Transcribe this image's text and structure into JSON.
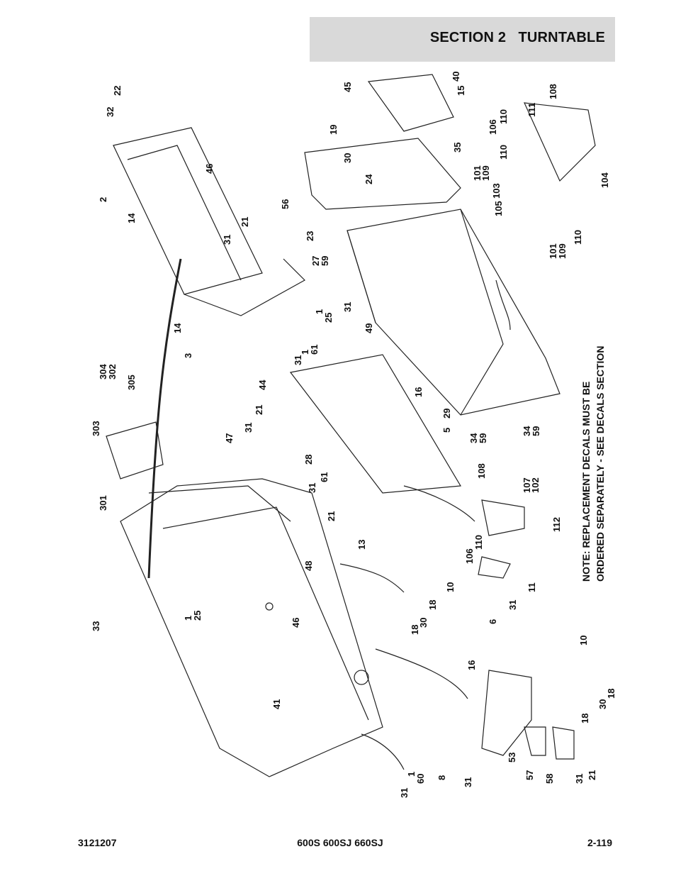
{
  "header": {
    "section_title": "SECTION 2   TURNTABLE"
  },
  "footer": {
    "part_number": "3121207",
    "models": "600S 600SJ 660SJ",
    "page": "2-119"
  },
  "note": {
    "line1": "NOTE:  REPLACEMENT DECALS MUST BE",
    "line2": "ORDERED SEPARATELY - SEE DECALS SECTION"
  },
  "callouts": [
    "22",
    "32",
    "2",
    "14",
    "46",
    "21",
    "31",
    "14",
    "3",
    "31",
    "1",
    "61",
    "45",
    "40",
    "15",
    "19",
    "30",
    "24",
    "35",
    "56",
    "23",
    "27",
    "59",
    "1",
    "25",
    "31",
    "49",
    "111",
    "108",
    "106",
    "110",
    "110",
    "101",
    "109",
    "103",
    "105",
    "104",
    "101",
    "109",
    "110",
    "304",
    "302",
    "305",
    "303",
    "301",
    "44",
    "47",
    "31",
    "21",
    "16",
    "29",
    "5",
    "34",
    "59",
    "28",
    "31",
    "61",
    "21",
    "13",
    "48",
    "108",
    "107",
    "102",
    "112",
    "106",
    "110",
    "10",
    "11",
    "31",
    "6",
    "18",
    "30",
    "18",
    "33",
    "1",
    "25",
    "46",
    "34",
    "59",
    "41",
    "16",
    "10",
    "18",
    "30",
    "18",
    "1",
    "60",
    "8",
    "31",
    "53",
    "57",
    "58",
    "31",
    "21",
    "31"
  ],
  "colors": {
    "header_bg": "#d9d9d9",
    "ink": "#111111"
  }
}
